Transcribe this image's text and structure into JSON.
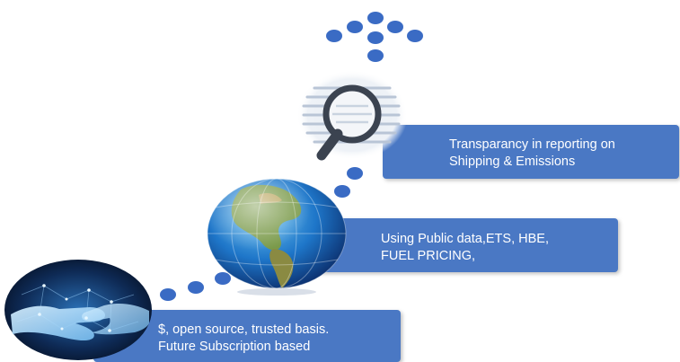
{
  "steps": [
    {
      "line1": "Transparancy in reporting on",
      "line2": "Shipping & Emissions",
      "icon": "magnifier-icon"
    },
    {
      "line1": "Using Public data,ETS, HBE,",
      "line2": "FUEL PRICING,",
      "icon": "globe-icon"
    },
    {
      "line1": "$, open source, trusted basis.",
      "line2": "Future  Subscription based",
      "icon": "handshake-icon"
    }
  ],
  "colors": {
    "box": "#4a78c4",
    "dot": "#3a6bc4"
  }
}
